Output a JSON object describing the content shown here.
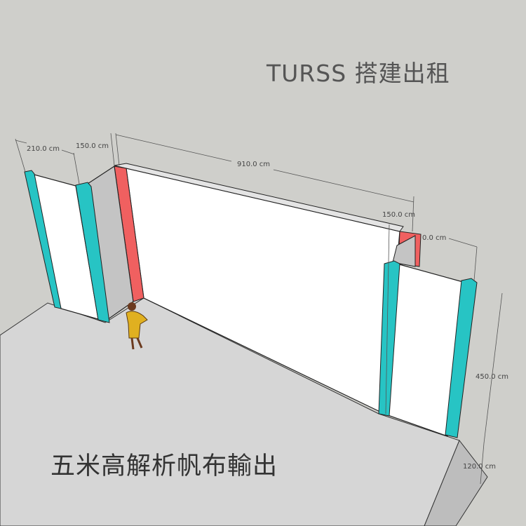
{
  "title": "TURSS 搭建出租",
  "caption": "五米高解析帆布輸出",
  "dimensions": {
    "left_panel_width": "210.0 cm",
    "left_return_width": "150.0 cm",
    "back_wall_width": "910.0 cm",
    "right_return_width": "150.0 cm",
    "right_panel_width": "0.0 cm",
    "wall_height": "450.0 cm",
    "floor_depth": "120.0 cm"
  },
  "colors": {
    "background": "#cfcfcb",
    "floor": "#d6d6d6",
    "panel_edge": "#27c4c4",
    "accent_post": "#f06060",
    "panel_face": "#ffffff",
    "return_wall": "#c4c4c4"
  }
}
